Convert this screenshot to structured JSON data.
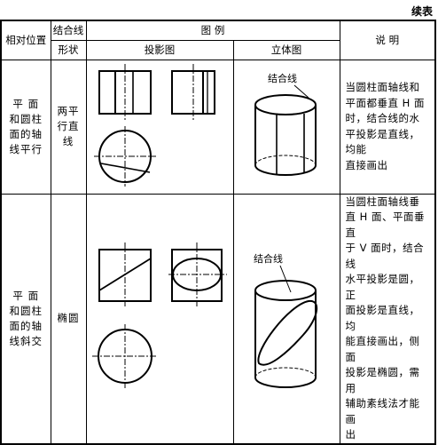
{
  "caption": "续表",
  "header": {
    "relative_position": "相对位置",
    "intersection_shape_line1": "结合线",
    "intersection_shape_line2": "形状",
    "diagram_example": "图  例",
    "projection": "投影图",
    "solid": "立体图",
    "explanation": "说  明"
  },
  "rows": [
    {
      "position_lines": [
        "平  面",
        "和圆柱",
        "面的轴",
        "线平行"
      ],
      "shape_lines": [
        "两平",
        "行直",
        "线"
      ],
      "solid_label": "结合线",
      "description_lines": [
        "当圆柱面轴线和",
        "平面都垂直 H 面",
        "时，结合线的水",
        "平投影是直线，均能",
        "直接画出"
      ]
    },
    {
      "position_lines": [
        "平  面",
        "和圆柱",
        "面的轴",
        "线斜交"
      ],
      "shape_lines": [
        "椭圆"
      ],
      "solid_label": "结合线",
      "description_lines": [
        "当圆柱面轴线垂",
        "直 H 面、平面垂直",
        "于 V 面时，结合线",
        "水平投影是圆，正",
        "面投影是直线，均",
        "能直接画出，侧面",
        "投影是椭圆，需用",
        "辅助素线法才能画",
        "出"
      ]
    }
  ]
}
